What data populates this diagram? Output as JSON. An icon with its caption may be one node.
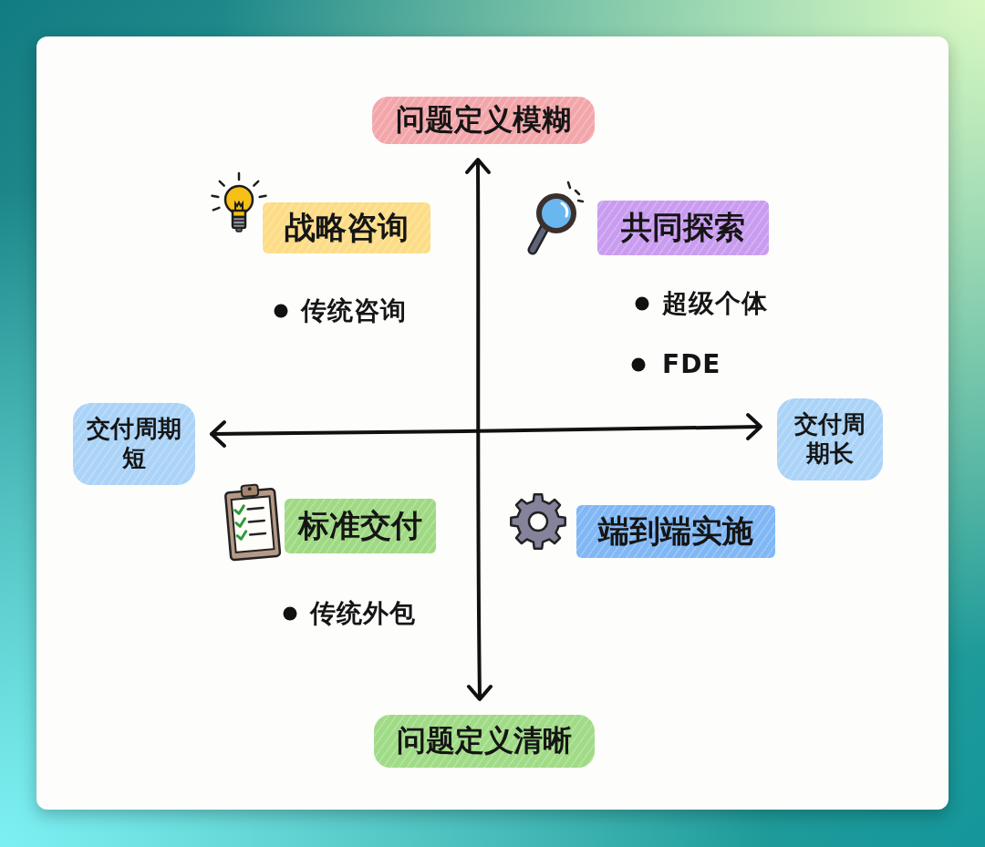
{
  "diagram": {
    "nodes": [
      {
        "text": [
          "问题定义模糊"
        ]
      },
      {
        "text": [
          "战略咨询"
        ]
      },
      {
        "text": [
          "共同探索"
        ]
      },
      {
        "text": [
          "交付周期短"
        ]
      },
      {
        "text": [
          "交付周期长"
        ]
      },
      {
        "text": [
          "标准交付"
        ]
      },
      {
        "text": [
          "端到端实施"
        ]
      },
      {
        "text": [
          "问题定义清晰"
        ]
      }
    ],
    "labels": [
      "传统咨询",
      "超级个体",
      "FDE",
      "传统外包"
    ]
  }
}
